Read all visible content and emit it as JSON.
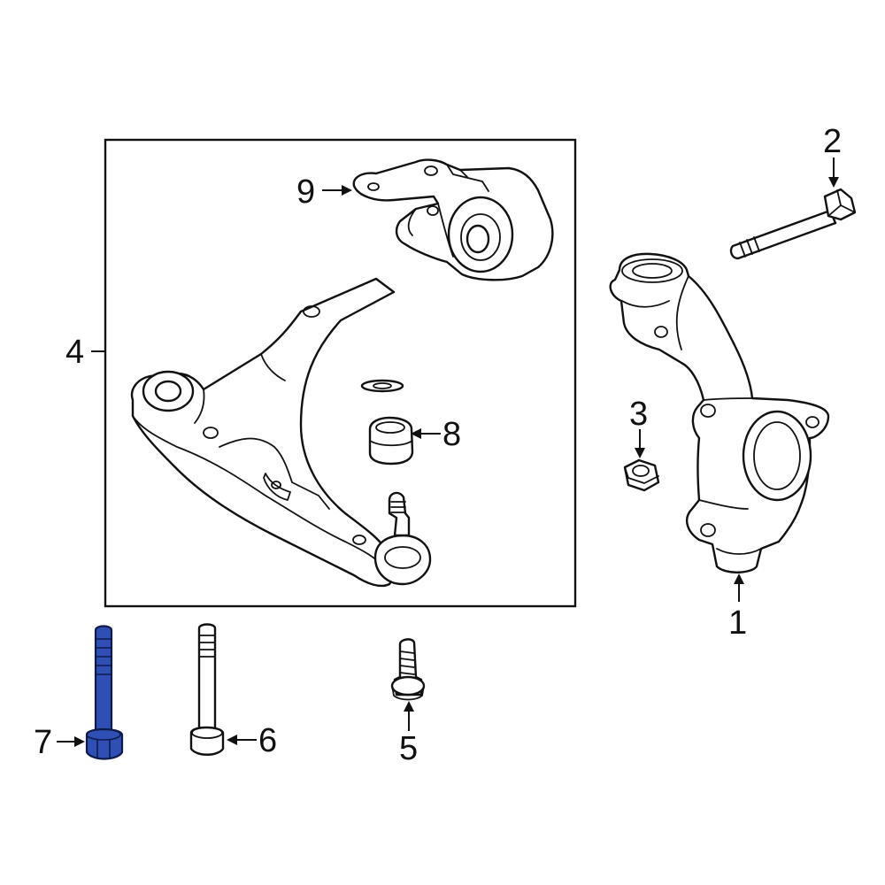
{
  "callouts": {
    "c1": "1",
    "c2": "2",
    "c3": "3",
    "c4": "4",
    "c5": "5",
    "c6": "6",
    "c7": "7",
    "c8": "8",
    "c9": "9"
  },
  "colors": {
    "highlight_part": "#2f4fb5",
    "line": "#111111",
    "background": "#ffffff"
  },
  "highlighted_part": "7"
}
